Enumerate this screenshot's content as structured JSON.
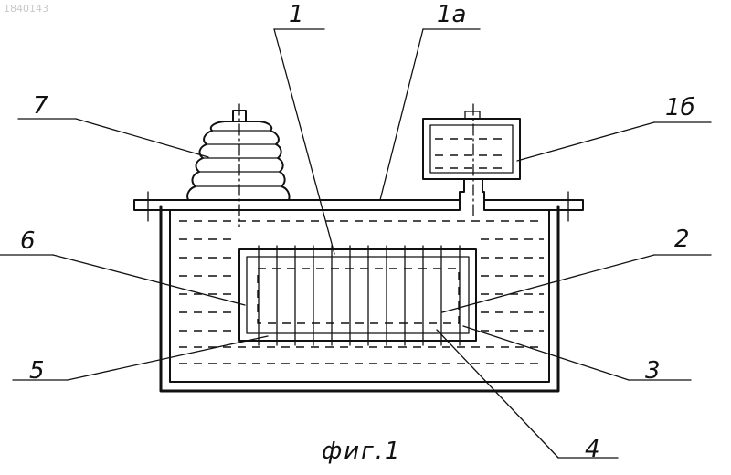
{
  "stamp": "1840143",
  "caption": "фиг.1",
  "labels": {
    "l1": "1",
    "l1a": "1а",
    "l1b": "1б",
    "l2": "2",
    "l3": "3",
    "l4": "4",
    "l5": "5",
    "l6": "6",
    "l7": "7"
  }
}
